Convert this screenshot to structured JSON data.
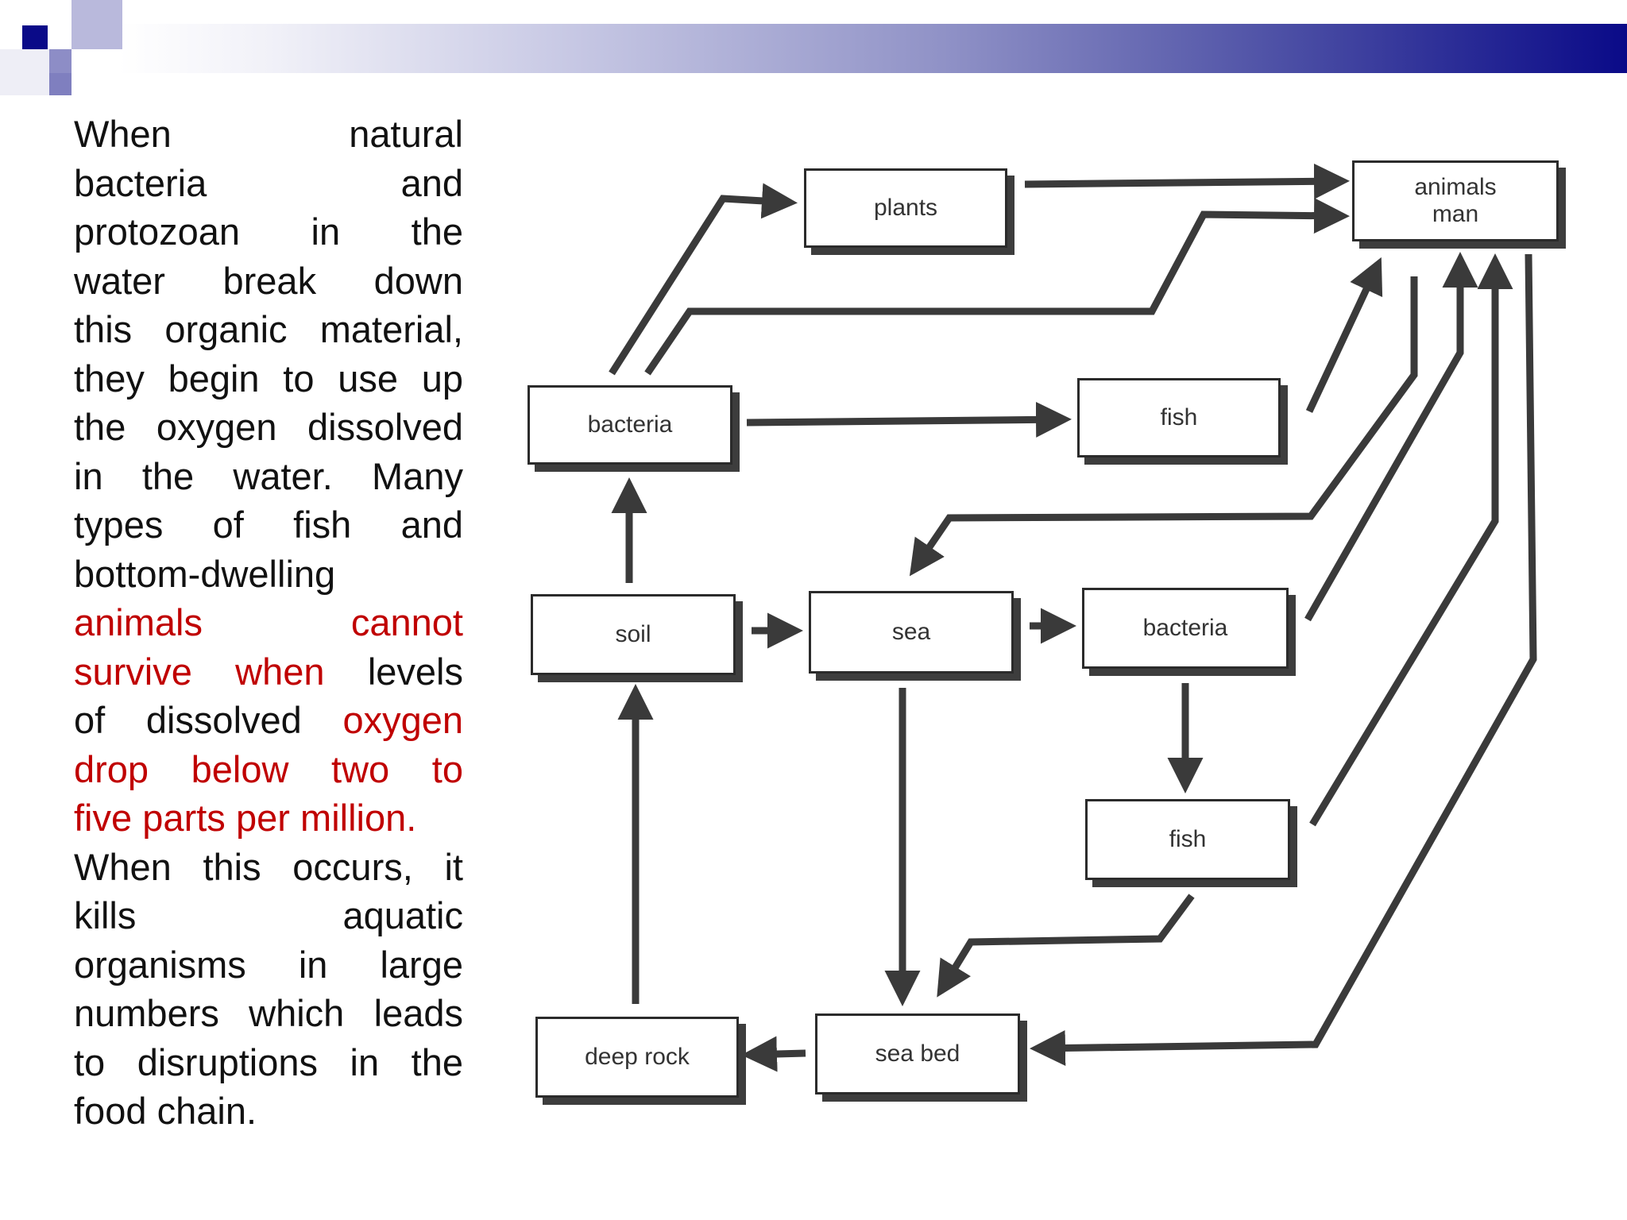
{
  "header": {
    "accent_color": "#0a0a88",
    "gradient_start": "#ffffff",
    "gradient_end": "#0a0a88"
  },
  "text": {
    "lines": [
      {
        "words": [
          "When",
          "natural"
        ],
        "justify": true,
        "red_from": null
      },
      {
        "words": [
          "bacteria",
          "and"
        ],
        "justify": true,
        "red_from": null
      },
      {
        "words": [
          "protozoan",
          "in",
          "the"
        ],
        "justify": true,
        "red_from": null
      },
      {
        "words": [
          "water",
          "break",
          "down"
        ],
        "justify": true,
        "red_from": null
      },
      {
        "words": [
          "this",
          "organic",
          "material,"
        ],
        "justify": true,
        "red_from": null
      },
      {
        "words": [
          "they",
          "begin",
          "to",
          "use",
          "up"
        ],
        "justify": true,
        "red_from": null
      },
      {
        "words": [
          "the",
          "oxygen",
          "dissolved"
        ],
        "justify": true,
        "red_from": null
      },
      {
        "words": [
          "in",
          "the",
          "water.",
          "Many"
        ],
        "justify": true,
        "red_from": null
      },
      {
        "words": [
          "types",
          "of",
          "fish",
          "and"
        ],
        "justify": true,
        "red_from": null
      },
      {
        "words": [
          "bottom-dwelling"
        ],
        "justify": false,
        "red_from": null
      },
      {
        "words": [
          "animals",
          "cannot"
        ],
        "justify": true,
        "red_words": [
          0,
          1
        ]
      },
      {
        "words": [
          "survive",
          "when",
          "levels"
        ],
        "justify": true,
        "red_words": [
          0,
          1
        ]
      },
      {
        "words": [
          "of",
          "dissolved",
          "oxygen"
        ],
        "justify": true,
        "red_words": [
          2
        ]
      },
      {
        "words": [
          "drop",
          "below",
          "two",
          "to"
        ],
        "justify": true,
        "red_words": [
          0,
          1,
          2,
          3
        ]
      },
      {
        "words": [
          "five",
          "parts",
          "per",
          "million."
        ],
        "justify": false,
        "red_words": [
          0,
          1,
          2,
          3
        ]
      },
      {
        "words": [
          "When",
          "this",
          "occurs,",
          "it"
        ],
        "justify": true,
        "red_from": null
      },
      {
        "words": [
          "kills",
          "aquatic"
        ],
        "justify": true,
        "red_from": null
      },
      {
        "words": [
          "organisms",
          "in",
          "large"
        ],
        "justify": true,
        "red_from": null
      },
      {
        "words": [
          "numbers",
          "which",
          "leads"
        ],
        "justify": true,
        "red_from": null
      },
      {
        "words": [
          "to",
          "disruptions",
          "in",
          "the"
        ],
        "justify": true,
        "red_from": null
      },
      {
        "words": [
          "food",
          "chain."
        ],
        "justify": false,
        "red_from": null
      }
    ],
    "highlight_color": "#c00000"
  },
  "diagram": {
    "nodes": [
      {
        "id": "plants",
        "label": "plants"
      },
      {
        "id": "animals-man",
        "label": "animals\nman"
      },
      {
        "id": "bacteria-top",
        "label": "bacteria"
      },
      {
        "id": "fish-top",
        "label": "fish"
      },
      {
        "id": "soil",
        "label": "soil"
      },
      {
        "id": "sea",
        "label": "sea"
      },
      {
        "id": "bacteria-bottom",
        "label": "bacteria"
      },
      {
        "id": "fish-bottom",
        "label": "fish"
      },
      {
        "id": "deep-rock",
        "label": "deep rock"
      },
      {
        "id": "sea-bed",
        "label": "sea bed"
      }
    ],
    "edges": [
      {
        "from": "plants",
        "to": "animals-man"
      },
      {
        "from": "bacteria-top",
        "to": "plants"
      },
      {
        "from": "bacteria-top",
        "to": "animals-man"
      },
      {
        "from": "bacteria-top",
        "to": "fish-top"
      },
      {
        "from": "fish-top",
        "to": "animals-man"
      },
      {
        "from": "animals-man",
        "to": "sea"
      },
      {
        "from": "soil",
        "to": "bacteria-top"
      },
      {
        "from": "soil",
        "to": "sea"
      },
      {
        "from": "sea",
        "to": "bacteria-bottom"
      },
      {
        "from": "bacteria-bottom",
        "to": "animals-man"
      },
      {
        "from": "bacteria-bottom",
        "to": "fish-bottom"
      },
      {
        "from": "fish-bottom",
        "to": "animals-man"
      },
      {
        "from": "fish-bottom",
        "to": "sea-bed"
      },
      {
        "from": "sea",
        "to": "sea-bed"
      },
      {
        "from": "animals-man",
        "to": "sea-bed"
      },
      {
        "from": "sea-bed",
        "to": "deep-rock"
      },
      {
        "from": "deep-rock",
        "to": "soil"
      }
    ]
  }
}
